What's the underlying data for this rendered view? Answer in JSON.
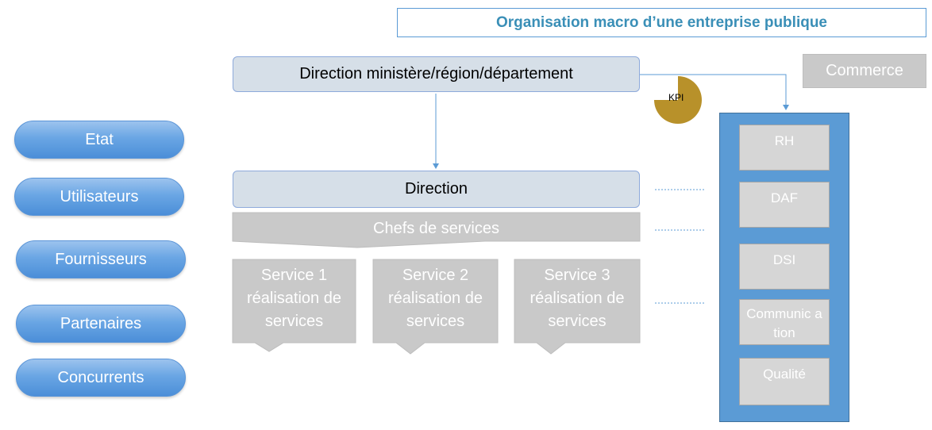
{
  "title": "Organisation macro d’une entreprise publique",
  "top_direction": "Direction ministère/région/département",
  "commerce": "Commerce",
  "kpi": "KPI",
  "direction": "Direction",
  "chefs": "Chefs de services",
  "services": [
    {
      "line1": "Service 1",
      "line2": "réalisation de",
      "line3": "services"
    },
    {
      "line1": "Service 2",
      "line2": "réalisation de",
      "line3": "services"
    },
    {
      "line1": "Service 3",
      "line2": "réalisation de",
      "line3": "services"
    }
  ],
  "stakeholders": [
    "Etat",
    "Utilisateurs",
    "Fournisseurs",
    "Partenaires",
    "Concurrents"
  ],
  "functions": [
    "RH",
    "DAF",
    "DSI",
    "Communic ation",
    "Qualité"
  ],
  "colors": {
    "accent": "#3a8fb7",
    "panel": "#5b9bd5",
    "kpi": "#b8912a"
  }
}
